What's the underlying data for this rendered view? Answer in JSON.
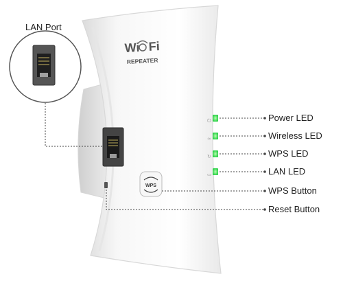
{
  "device": {
    "brand": "Wi-Fi",
    "model": "REPEATER",
    "wps_button_text": "WPS"
  },
  "callouts": {
    "lan_port": "LAN Port",
    "power_led": "Power LED",
    "wireless_led": "Wireless LED",
    "wps_led": "WPS LED",
    "lan_led": "LAN LED",
    "wps_button": "WPS Button",
    "reset_button": "Reset Button"
  },
  "colors": {
    "led": "#2fd24a",
    "leader": "#444444",
    "body": "#f4f4f4"
  }
}
